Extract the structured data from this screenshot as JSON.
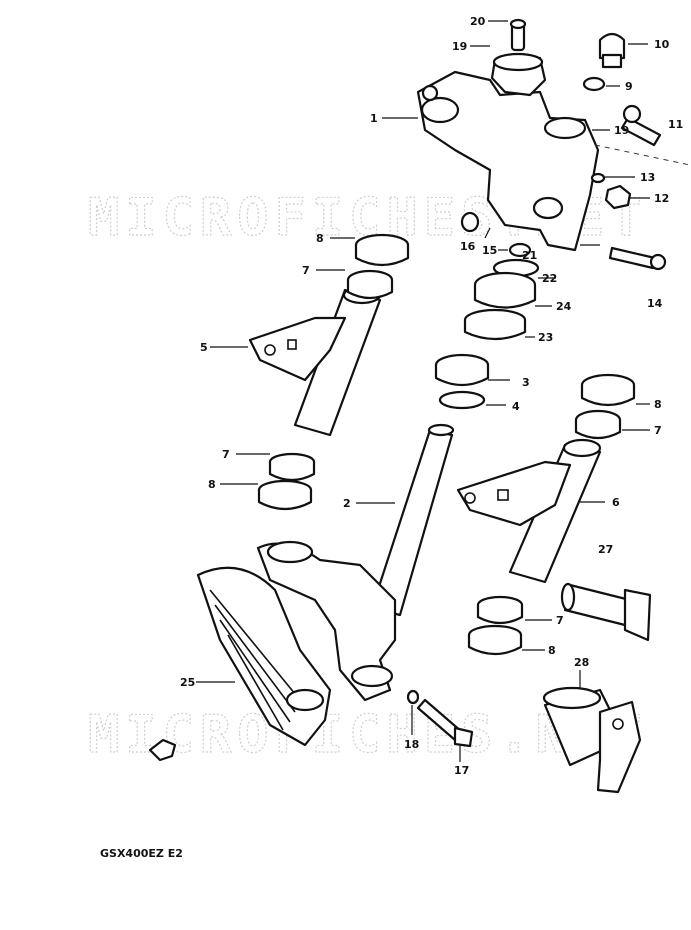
{
  "watermark": [
    "MICROFICHES.NET",
    "MICROFICHES.NET"
  ],
  "model_code": "GSX400EZ E2",
  "part_labels": {
    "p1": "1",
    "p2": "2",
    "p3": "3",
    "p4": "4",
    "p5": "5",
    "p6": "6",
    "p7a": "7",
    "p7b": "7",
    "p7c": "7",
    "p7d": "7",
    "p8a": "8",
    "p8b": "8",
    "p8c": "8",
    "p8d": "8",
    "p9": "9",
    "p10": "10",
    "p11": "11",
    "p12": "12",
    "p13": "13",
    "p14": "14",
    "p15": "15",
    "p16": "16",
    "p17": "17",
    "p18": "18",
    "p19a": "19",
    "p19b": "19",
    "p20": "20",
    "p21": "21",
    "p22": "22",
    "p23": "23",
    "p24": "24",
    "p25": "25",
    "p27": "27",
    "p28": "28"
  }
}
